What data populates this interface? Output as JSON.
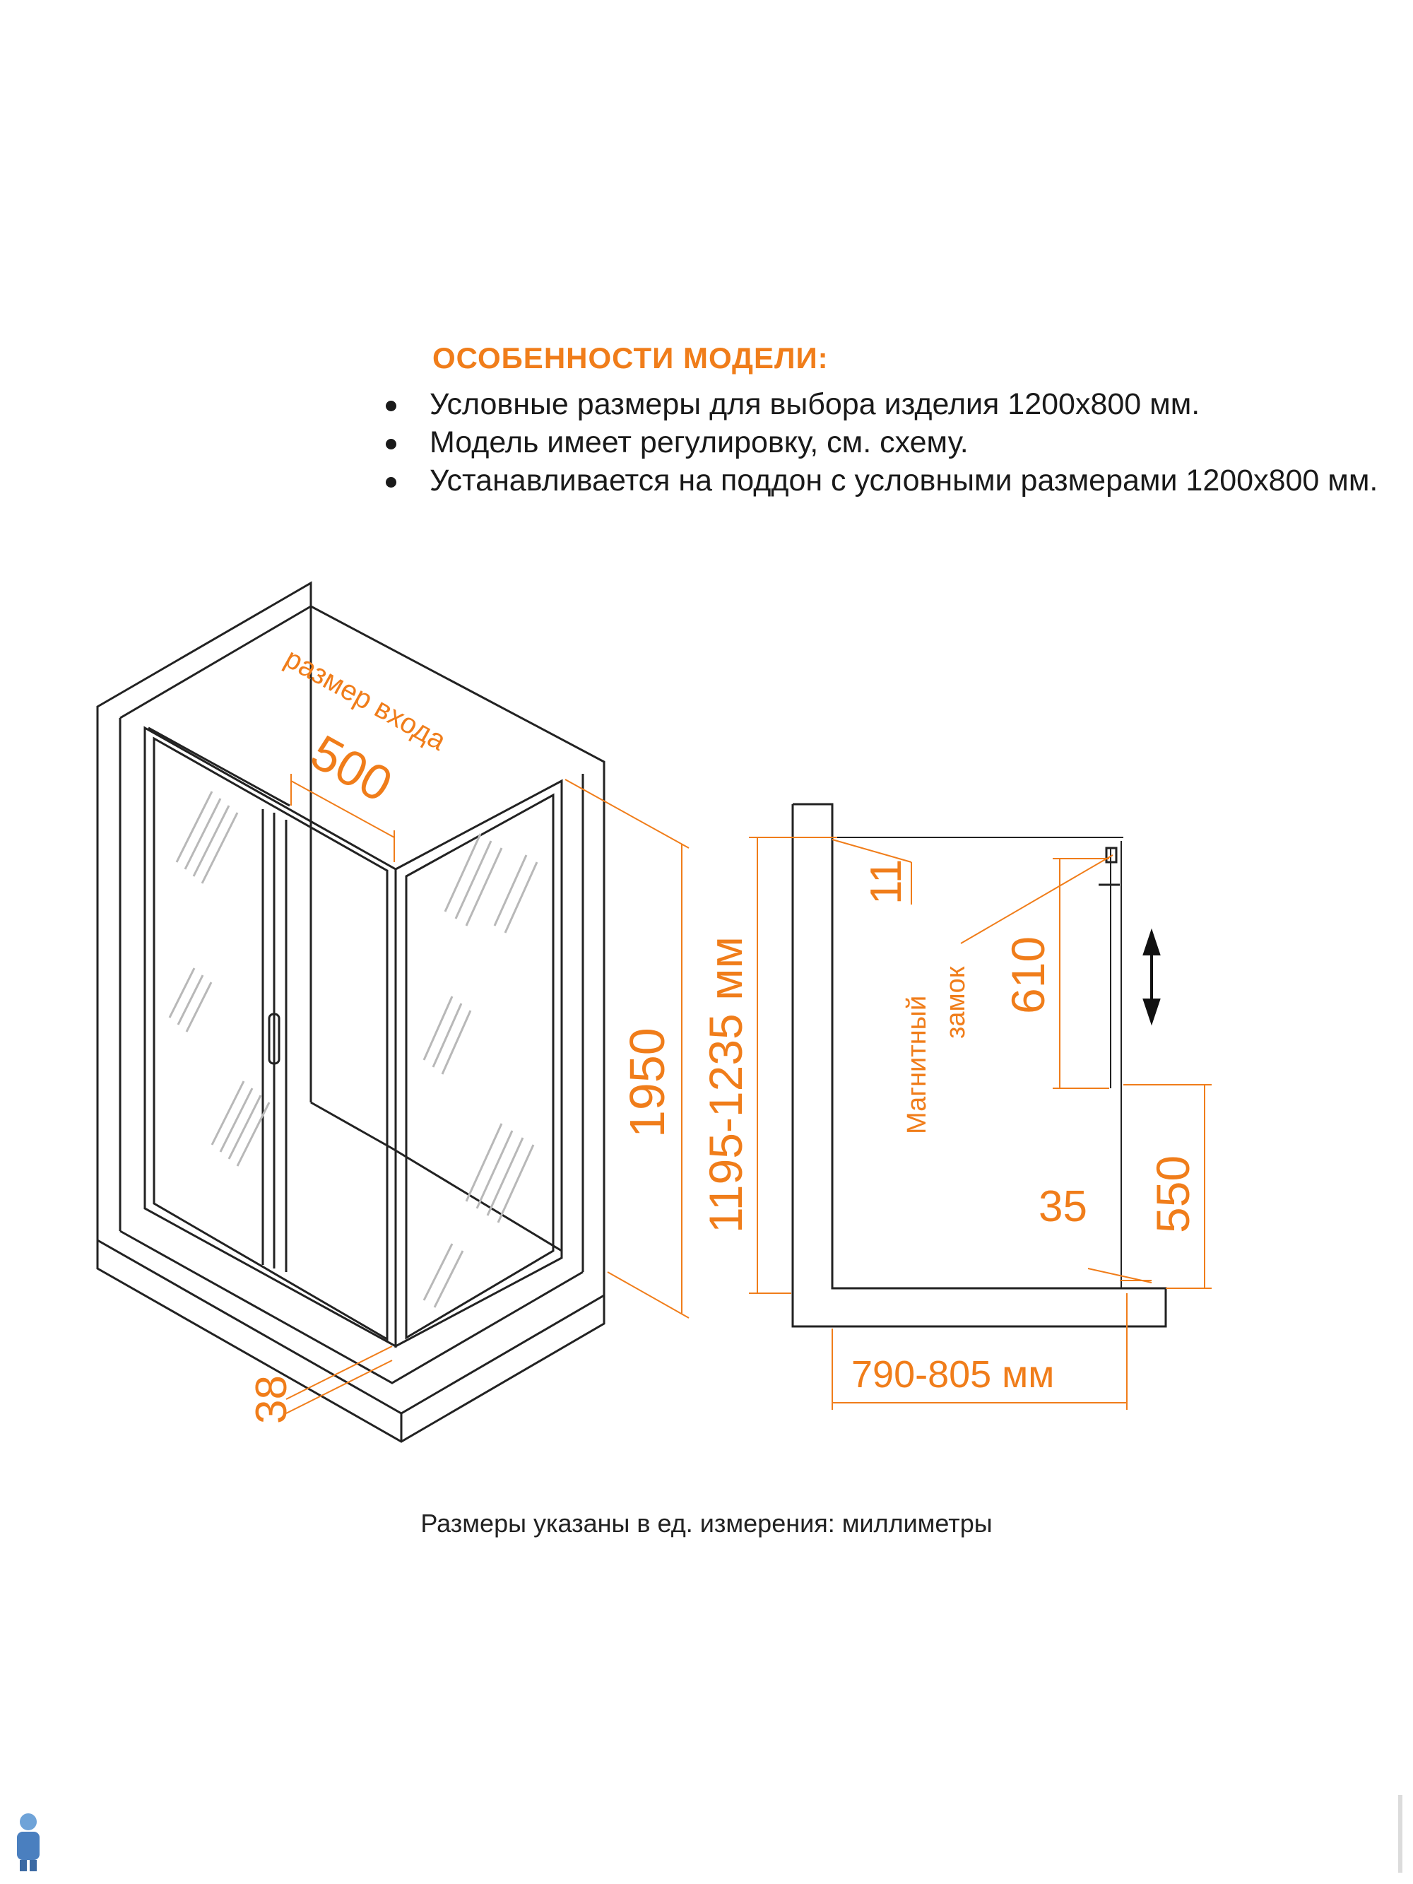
{
  "features": {
    "title": "ОСОБЕННОСТИ МОДЕЛИ:",
    "items": [
      "Условные размеры для выбора изделия 1200х800 мм.",
      "Модель имеет регулировку, см. схему.",
      "Устанавливается на поддон с условными размерами 1200х800 мм."
    ]
  },
  "left_drawing": {
    "entry_label": "размер входа",
    "entry_width": "500",
    "height": "1950",
    "base_height": "38"
  },
  "right_drawing": {
    "adjust_range": "1195-1235 мм",
    "top_gap": "11",
    "lock_label_line1": "Магнитный",
    "lock_label_line2": "замок",
    "lock_span": "610",
    "lock_height": "550",
    "bottom_gap": "35",
    "width_range": "790-805 мм"
  },
  "colors": {
    "accent": "#f07d1a",
    "ink": "#222222"
  },
  "footnote": "Размеры указаны в ед. измерения: миллиметры"
}
